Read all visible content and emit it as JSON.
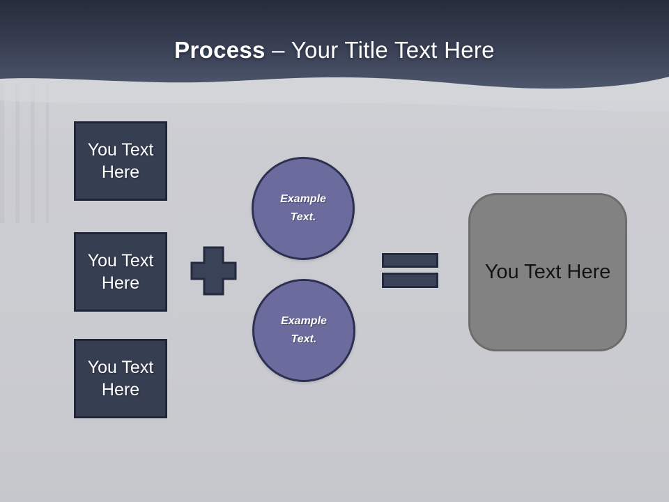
{
  "slide": {
    "header": {
      "title_bold": "Process",
      "title_rest": " – Your Title Text Here"
    },
    "input_boxes": [
      {
        "label": "You Text Here"
      },
      {
        "label": "You Text Here"
      },
      {
        "label": "You Text Here"
      }
    ],
    "operators": {
      "plus_icon": "plus",
      "equals_icon": "equals"
    },
    "example_circles": [
      {
        "label": "Example Text."
      },
      {
        "label": "Example Text."
      }
    ],
    "result_box": {
      "label": "You Text Here"
    },
    "colors": {
      "header_top": "#262c3a",
      "header_bottom": "#4d566c",
      "background": "#cbccd1",
      "navy_shape_fill": "#363e52",
      "navy_shape_border": "#1f2537",
      "operator_fill": "#3a4258",
      "operator_border": "#232a3e",
      "circle_fill": "#6c6b9e",
      "circle_border": "#2d3051",
      "result_fill": "#828282",
      "result_border": "#6c6c6c",
      "title_text": "#ffffff",
      "result_text": "#141414"
    }
  }
}
